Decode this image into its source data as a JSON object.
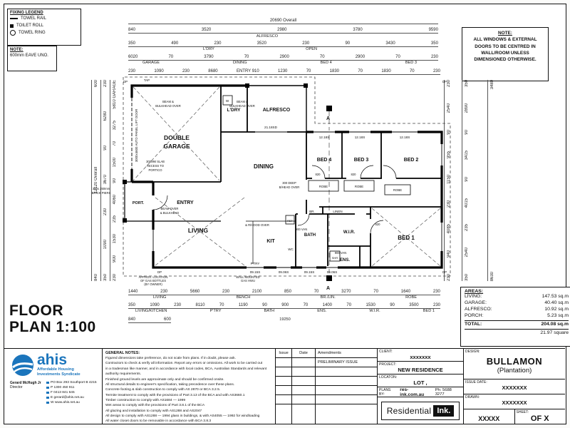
{
  "colors": {
    "ahis_blue": "#1b75bc",
    "line_black": "#111111"
  },
  "fixing_legend": {
    "title": "FIXING LEGEND",
    "items": [
      {
        "symbol": "towel-rail",
        "label": "TOWEL RAIL"
      },
      {
        "symbol": "toilet-roll",
        "label": "TOILET ROLL"
      },
      {
        "symbol": "towel-ring",
        "label": "TOWEL RING"
      }
    ]
  },
  "eave_note": {
    "title": "NOTE:",
    "body": "600mm EAVE UNO."
  },
  "window_note": {
    "title": "NOTE:",
    "body": "ALL WINDOWS & EXTERNAL DOORS TO BE CENTRED IN WALL/ROOM UNLESS DIMENSIONED OTHERWISE."
  },
  "heading": {
    "line1": "FLOOR",
    "line2": "PLAN 1:100"
  },
  "areas": {
    "title": "AREAS:",
    "rows": [
      {
        "label": "LIVING:",
        "value": "147.53 sq.m"
      },
      {
        "label": "GARAGE:",
        "value": "40.40 sq.m"
      },
      {
        "label": "ALFRESCO:",
        "value": "10.92 sq.m"
      },
      {
        "label": "PORCH:",
        "value": "5.23 sq.m"
      }
    ],
    "total_label": "TOTAL:",
    "total_value": "204.08 sq.m",
    "squares": "21.97 square"
  },
  "rooms": {
    "garage1": "DOUBLE",
    "garage2": "GARAGE",
    "ldry": "L'DRY",
    "alfresco": "ALFRESCO",
    "dining": "DINING",
    "bed4": "BED 4",
    "bed3": "BED 3",
    "bed2": "BED 2",
    "bed1": "BED 1",
    "wir": "W.I.R.",
    "bath": "BATH",
    "ens": "ENS.",
    "kit": "KIT",
    "living": "LIVING",
    "entry": "ENTRY",
    "port": "PORT.",
    "linen": "LINEN",
    "br": "BR.",
    "wc": "WC",
    "ptry": "P'TRY",
    "robe": "ROBE"
  },
  "ann": {
    "panel_door": "3000x4600 AUTO PANEL LIFT DOOR",
    "beam1": "BEAM &",
    "beam2": "BULKHEAD OVER",
    "beamo1": "BEAM OVER",
    "beamo2": "& BULKHEAD",
    "sd": "21.18SD",
    "w1218": "12.18S",
    "w0915": "09.15S",
    "w0906": "09.06S",
    "slab1": "300MM SLAB",
    "slab2": "RECESS TO",
    "slab3": "PORTICO",
    "piers1": "350x 350mm",
    "piers2": "BRICK PIERS",
    "bhead1": "300 DEEP",
    "bhead2": "B/HEAD OVER",
    "van": "900 VAN",
    "hwu1": "WALL MOUNTED",
    "hwu2": "GAS HWU",
    "gas1": "APPROX. LOCATION",
    "gas2": "OF GAS BOTTLES",
    "gas3": "(BY OWNER)",
    "dp": "DP",
    "tap": "TAP",
    "ref": "REF",
    "shr": "SHR",
    "wm": "W",
    "d820": "820",
    "rhood": "& R/HOOD OVER",
    "section": "A"
  },
  "dims": {
    "top_overall": [
      "20690 Overall"
    ],
    "top_r1": [
      "840",
      "3520",
      "2980",
      "3780",
      "9590"
    ],
    "top_r1b": [
      "ALFRESCO"
    ],
    "top_r2": [
      "350",
      "490",
      "230",
      "3520",
      "230",
      "90",
      "3430",
      "350"
    ],
    "top_r2b": [
      "L'DRY",
      "OPEN"
    ],
    "top_r3": [
      "6020",
      "70",
      "3790",
      "70",
      "2900",
      "70",
      "2900",
      "70",
      "230"
    ],
    "top_r3b": [
      "GARAGE",
      "DINING",
      "BED 4",
      "BED 3"
    ],
    "top_r4": [
      "230",
      "1090",
      "230",
      "8680",
      "ENTRY 910",
      "1230",
      "70",
      "1830",
      "70",
      "1830",
      "70",
      "230"
    ],
    "left_outer": [
      "600",
      "12120 Overall",
      "840"
    ],
    "left_mid": [
      "230",
      "6280",
      "90",
      "3670",
      "230",
      "1090",
      "350"
    ],
    "left_inner": [
      "5810 GARAGE",
      "3275",
      "70",
      "1500",
      "90",
      "4060",
      "235",
      "1530",
      "900",
      "230"
    ],
    "right_inner": [
      "230",
      "2540",
      "90",
      "955",
      "1150",
      "230",
      "4085",
      "940",
      "230"
    ],
    "right_mid": [
      "350",
      "2890",
      "90",
      "3415",
      "90",
      "4015",
      "235",
      "2540",
      "350"
    ],
    "right_outer": [
      "3480",
      "8630"
    ],
    "bot_r1": [
      "1440",
      "230",
      "5660",
      "230",
      "2100",
      "850",
      "70",
      "3270",
      "70",
      "1640",
      "230"
    ],
    "bot_r1b": [
      "LIVING",
      "BENCH",
      "BR./LIN.",
      "ROBE"
    ],
    "bot_r2": [
      "350",
      "1090",
      "230",
      "8110",
      "70",
      "1190",
      "90",
      "900",
      "70",
      "1400",
      "70",
      "1530",
      "90",
      "3500",
      "230"
    ],
    "bot_r2b": [
      "LIVING/KITCHEN",
      "P'TRY",
      "BATH",
      "ENS.",
      "W.I.R.",
      "BED 1"
    ],
    "bot_r3": [
      "840",
      "600"
    ],
    "bot_overall": [
      "19250"
    ]
  },
  "general_notes": {
    "title": "GENERAL NOTES:",
    "lines": [
      "Figured dimensions take preference, do not scale from plans. If in doubt, please ask.",
      "Contractors to check & verify all information. Report any errors or omissions. All work to be carried out",
      "in a tradesman like manner, and in accordance with local codes, BCA, Australian Standards and relevant authority requirements.",
      "Finished ground levels are approximate only and should be confirmed onsite.",
      "All structural details to engineer's specification, taking precedence over these plans.",
      "Concrete footing & slab construction to comply with AS 2870 or BCA 3.2.5.",
      "Termite treatment to comply with the provisions of Part 3.13 of the BCA and with AS3660.1",
      "Timber construction to comply with AS1684 — 1999",
      "Wet areas to comply with the provisions of Part 3.8.1 of the BCA",
      "All glazing and installation to comply with AS1288 and AS2047",
      "All design to comply with AS1288 — 1994 glass in buildings, & with AS4055 — 1992 for windloading",
      "All water closet doors to be removable in accordance with BCA 3.8.3"
    ]
  },
  "issue_table": {
    "headers": [
      "Issue",
      "Date",
      "Amendments"
    ],
    "preliminary": "PRELIMINARY ISSUE"
  },
  "project": {
    "client_label": "CLIENT:",
    "client": "xxxxxxx",
    "project_label": "PROJECT:",
    "project": "NEW RESIDENCE",
    "location_label": "LOCATON:",
    "location": "LOT ,",
    "plans_by_label": "PLANS BY:",
    "plans_by": "res-ink.com.au",
    "phone": "Ph: 5688 3277",
    "logo_res": "Residential",
    "logo_ink": "Ink."
  },
  "design": {
    "label": "DESIGN:",
    "name": "BULLAMON",
    "variant": "(Plantation)",
    "issue_date_label": "ISSUE DATE:",
    "issue_date": "XXXXXXX",
    "drawn_label": "DRAWN:",
    "drawn": "XXXXXXX",
    "number": "XXXXX",
    "sheet_label": "SHEET:",
    "sheet_of": "OF X"
  },
  "ahis": {
    "brand": "ahis",
    "tagline1": "Affordable Housing",
    "tagline2": "Investments Syndicate",
    "person": "Gerard McHugh Jr",
    "role": "Director",
    "contacts": [
      "PO Box 293 Southport B 4215",
      "P  1300 450 911",
      "F  0413 841 645",
      "E  gerard@ahis.net.au",
      "W  www.ahis.net.au"
    ]
  }
}
